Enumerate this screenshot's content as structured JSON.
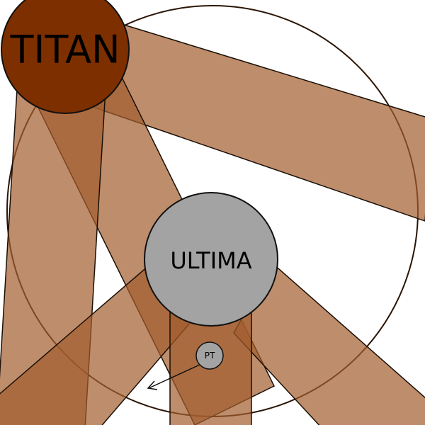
{
  "colors": {
    "background": "#ffffff",
    "band_fill": "#a35c2e",
    "band_opacity": "0.7",
    "band_stroke": "#1a0f05",
    "outer_circle_stroke": "#2a1505",
    "titan_fill": "#7e2f00",
    "ultima_fill": "#a3a3a3",
    "pt_fill": "#a3a3a3",
    "node_stroke": "#111111",
    "label_text": "#000000",
    "arrow": "#111111"
  },
  "nodes": {
    "titan": {
      "label": "TITAN"
    },
    "ultima": {
      "label": "ULTIMA"
    },
    "pt": {
      "label": "PT"
    }
  },
  "bands": [
    {
      "id": "band-titan-right"
    },
    {
      "id": "band-titan-ultima"
    },
    {
      "id": "band-titan-down"
    },
    {
      "id": "band-ultima-left"
    },
    {
      "id": "band-ultima-right"
    },
    {
      "id": "band-ultima-down"
    },
    {
      "id": "band-pt-arrow"
    }
  ]
}
